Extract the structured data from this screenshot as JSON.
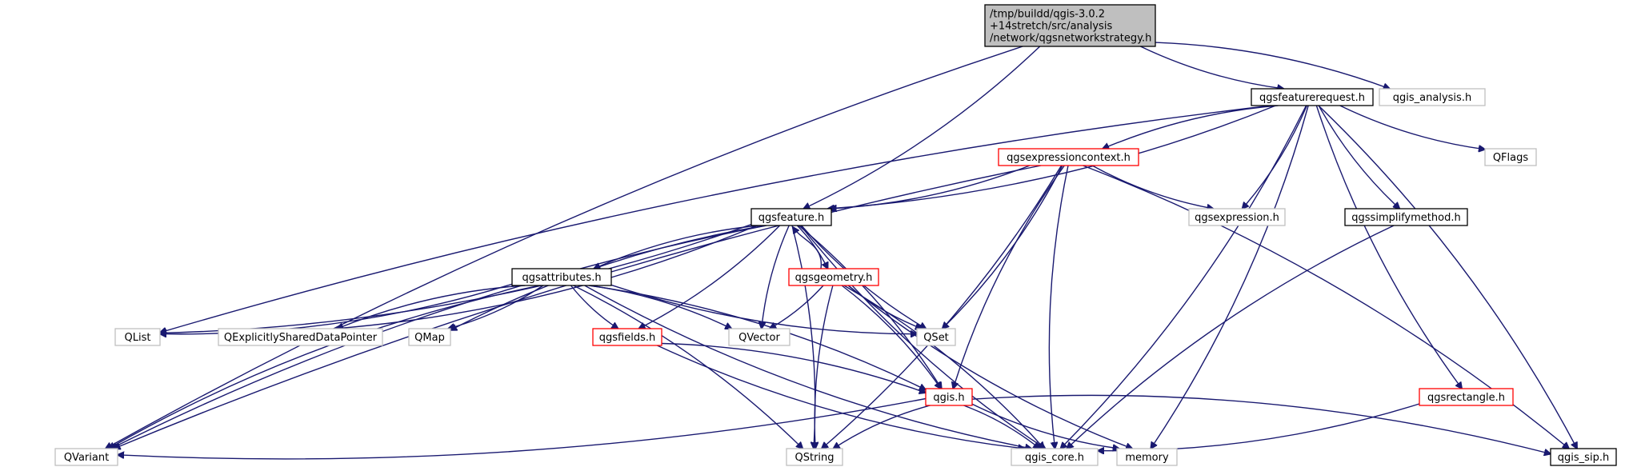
{
  "diagram": {
    "colors": {
      "edge": "#191970",
      "root_fill": "#bfbfbf",
      "black_border": "#000000",
      "red_border": "#ff0000",
      "gray_border": "#bfbfbf",
      "text": "#000000"
    },
    "nodes": [
      {
        "id": "root",
        "lines": [
          "/tmp/buildd/qgis-3.0.2",
          "+14stretch/src/analysis",
          "/network/qgsnetworkstrategy.h"
        ],
        "style": "root"
      },
      {
        "id": "qgsfeaturerequest",
        "lines": [
          "qgsfeaturerequest.h"
        ],
        "style": "black"
      },
      {
        "id": "qgis_analysis",
        "lines": [
          "qgis_analysis.h"
        ],
        "style": "gray"
      },
      {
        "id": "qgsexpressioncontext",
        "lines": [
          "qgsexpressioncontext.h"
        ],
        "style": "red"
      },
      {
        "id": "qflags",
        "lines": [
          "QFlags"
        ],
        "style": "gray"
      },
      {
        "id": "qgsfeature",
        "lines": [
          "qgsfeature.h"
        ],
        "style": "black"
      },
      {
        "id": "qgsexpression",
        "lines": [
          "qgsexpression.h"
        ],
        "style": "gray"
      },
      {
        "id": "qgssimplifymethod",
        "lines": [
          "qgssimplifymethod.h"
        ],
        "style": "black"
      },
      {
        "id": "qgsattributes",
        "lines": [
          "qgsattributes.h"
        ],
        "style": "black"
      },
      {
        "id": "qgsgeometry",
        "lines": [
          "qgsgeometry.h"
        ],
        "style": "red"
      },
      {
        "id": "qlist",
        "lines": [
          "QList"
        ],
        "style": "gray"
      },
      {
        "id": "qexplicitly",
        "lines": [
          "QExplicitlySharedDataPointer"
        ],
        "style": "gray"
      },
      {
        "id": "qmap",
        "lines": [
          "QMap"
        ],
        "style": "gray"
      },
      {
        "id": "qgsfields",
        "lines": [
          "qgsfields.h"
        ],
        "style": "red"
      },
      {
        "id": "qvector",
        "lines": [
          "QVector"
        ],
        "style": "gray"
      },
      {
        "id": "qset",
        "lines": [
          "QSet"
        ],
        "style": "gray"
      },
      {
        "id": "qgis",
        "lines": [
          "qgis.h"
        ],
        "style": "red"
      },
      {
        "id": "qgsrectangle",
        "lines": [
          "qgsrectangle.h"
        ],
        "style": "red"
      },
      {
        "id": "qvariant",
        "lines": [
          "QVariant"
        ],
        "style": "gray"
      },
      {
        "id": "qstring",
        "lines": [
          "QString"
        ],
        "style": "gray"
      },
      {
        "id": "qgis_core",
        "lines": [
          "qgis_core.h"
        ],
        "style": "gray"
      },
      {
        "id": "memory",
        "lines": [
          "memory"
        ],
        "style": "gray"
      },
      {
        "id": "qgis_sip",
        "lines": [
          "qgis_sip.h"
        ],
        "style": "black"
      }
    ],
    "edges": [
      [
        "root",
        "qvariant"
      ],
      [
        "root",
        "qgsfeature"
      ],
      [
        "root",
        "qgsfeaturerequest"
      ],
      [
        "root",
        "qgis_analysis"
      ],
      [
        "qgsfeaturerequest",
        "qlist"
      ],
      [
        "qgsfeaturerequest",
        "qgsfeature"
      ],
      [
        "qgsfeaturerequest",
        "qgsexpressioncontext"
      ],
      [
        "qgsfeaturerequest",
        "qgsexpression"
      ],
      [
        "qgsfeaturerequest",
        "qgssimplifymethod"
      ],
      [
        "qgsfeaturerequest",
        "qgis_core"
      ],
      [
        "qgsfeaturerequest",
        "qgsrectangle"
      ],
      [
        "qgsfeaturerequest",
        "memory"
      ],
      [
        "qgsfeaturerequest",
        "qflags"
      ],
      [
        "qgsfeaturerequest",
        "qgis_sip"
      ],
      [
        "qgsexpressioncontext",
        "qvariant"
      ],
      [
        "qgsexpressioncontext",
        "qgsfeature"
      ],
      [
        "qgsexpressioncontext",
        "qgsexpression"
      ],
      [
        "qgsexpressioncontext",
        "qset"
      ],
      [
        "qgsexpressioncontext",
        "qgis"
      ],
      [
        "qgsexpressioncontext",
        "qstring"
      ],
      [
        "qgsexpressioncontext",
        "qgis_core"
      ],
      [
        "qgsexpressioncontext",
        "qgis_sip"
      ],
      [
        "qgsfeature",
        "qvariant"
      ],
      [
        "qgsfeature",
        "qlist"
      ],
      [
        "qgsfeature",
        "qgsattributes"
      ],
      [
        "qgsfeature",
        "qexplicitly"
      ],
      [
        "qgsfeature",
        "qmap"
      ],
      [
        "qgsfeature",
        "qgsfields"
      ],
      [
        "qgsfeature",
        "qvector"
      ],
      [
        "qgsfeature",
        "qgsgeometry"
      ],
      [
        "qgsfeature",
        "qset"
      ],
      [
        "qgsfeature",
        "qgis"
      ],
      [
        "qgsfeature",
        "qgis_core"
      ],
      [
        "qgsfeature",
        "qstring"
      ],
      [
        "qgsgeometry",
        "qgsfeature"
      ],
      [
        "qgsgeometry",
        "qvector"
      ],
      [
        "qgsgeometry",
        "qset"
      ],
      [
        "qgsgeometry",
        "qgis"
      ],
      [
        "qgsgeometry",
        "qstring"
      ],
      [
        "qgsgeometry",
        "qgis_core"
      ],
      [
        "qgsgeometry",
        "memory"
      ],
      [
        "qgsattributes",
        "qlist"
      ],
      [
        "qgsattributes",
        "qexplicitly"
      ],
      [
        "qgsattributes",
        "qmap"
      ],
      [
        "qgsattributes",
        "qgsfields"
      ],
      [
        "qgsattributes",
        "qvector"
      ],
      [
        "qgsattributes",
        "qset"
      ],
      [
        "qgsattributes",
        "qgis"
      ],
      [
        "qgsattributes",
        "qvariant"
      ],
      [
        "qgsattributes",
        "qstring"
      ],
      [
        "qgsattributes",
        "qgis_core"
      ],
      [
        "qgsfields",
        "qgis"
      ],
      [
        "qgsfields",
        "qgis_core"
      ],
      [
        "qgis",
        "qvariant"
      ],
      [
        "qgis",
        "qstring"
      ],
      [
        "qgis",
        "qgis_core"
      ],
      [
        "qgis",
        "memory"
      ],
      [
        "qgis",
        "qgis_sip"
      ],
      [
        "qgssimplifymethod",
        "qgis_core"
      ],
      [
        "qgsrectangle",
        "qgis_core"
      ]
    ]
  }
}
